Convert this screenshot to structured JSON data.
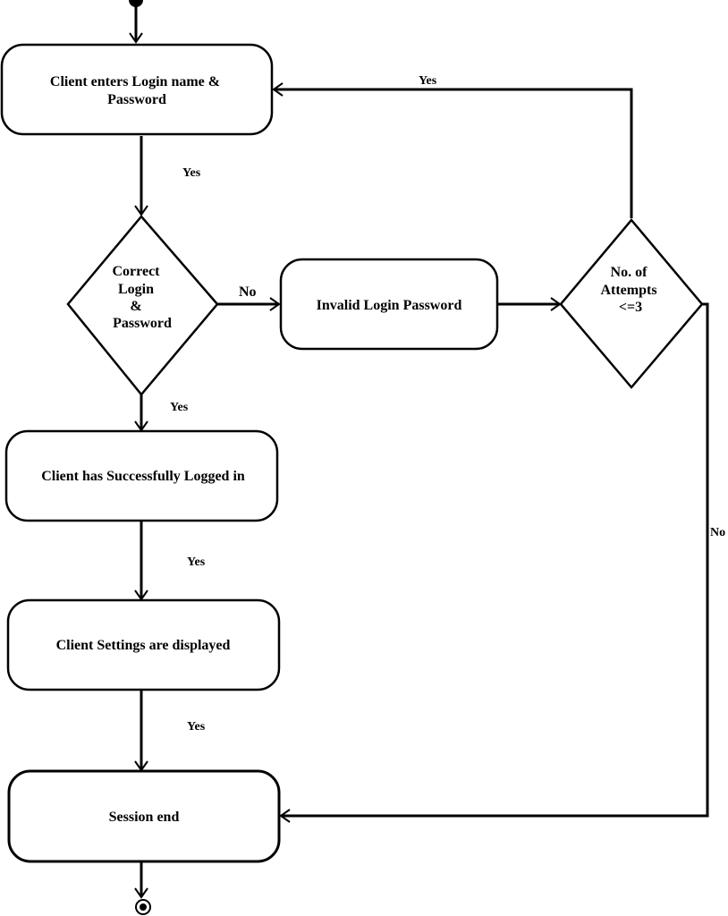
{
  "nodes": {
    "login_entry": {
      "lines": [
        "Client enters Login name &",
        "Password"
      ]
    },
    "correct_decision": {
      "lines": [
        "Correct",
        "Login",
        "&",
        "Password"
      ]
    },
    "invalid_login": {
      "lines": [
        "Invalid Login Password"
      ]
    },
    "attempts_decision": {
      "lines": [
        "No. of",
        "Attempts",
        "<=3"
      ]
    },
    "logged_in": {
      "lines": [
        "Client has Successfully Logged in"
      ]
    },
    "settings": {
      "lines": [
        "Client Settings are displayed"
      ]
    },
    "session_end": {
      "lines": [
        "Session end"
      ]
    }
  },
  "edge_labels": {
    "login_to_correct": "Yes",
    "correct_to_invalid": "No",
    "attempts_back_to_login": "Yes",
    "correct_to_logged_in": "Yes",
    "logged_in_to_settings": "Yes",
    "settings_to_end": "Yes",
    "attempts_to_end": "No"
  }
}
